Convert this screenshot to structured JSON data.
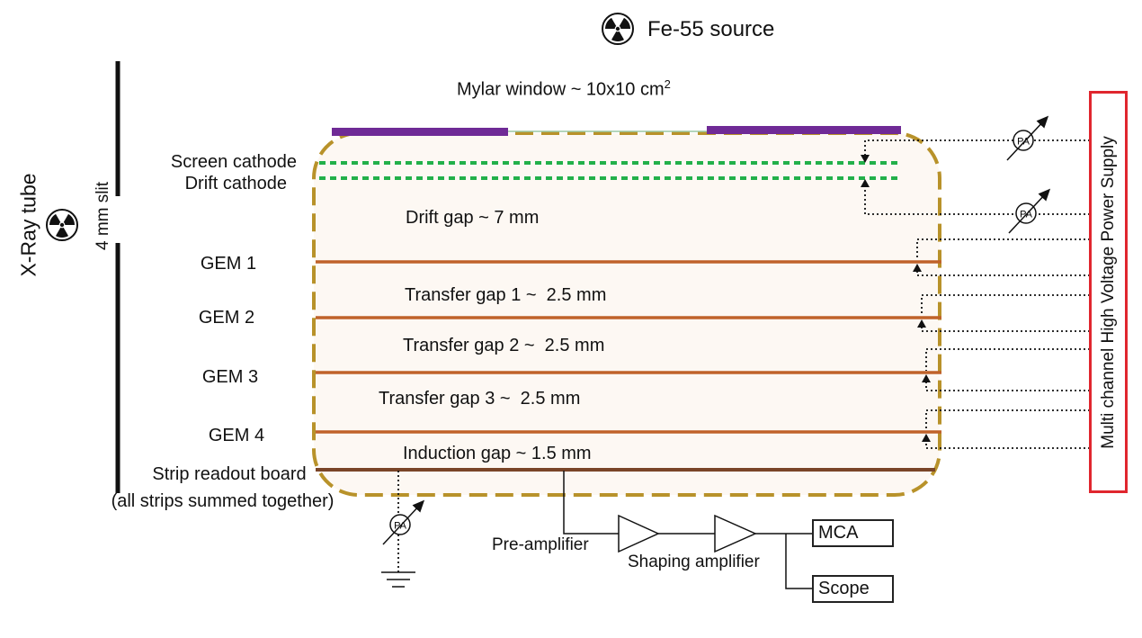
{
  "source_label": "Fe-55 source",
  "xray_tube_label": "X-Ray tube",
  "slit_label": "4 mm slit",
  "mylar_label": "Mylar window ~ 10x10 cm",
  "mylar_sup": "2",
  "screen_cathode_label": "Screen cathode",
  "drift_cathode_label": "Drift cathode",
  "drift_gap_label": "Drift gap ~ 7 mm",
  "gem1_label": "GEM 1",
  "gem2_label": "GEM 2",
  "gem3_label": "GEM 3",
  "gem4_label": "GEM 4",
  "transfer_gap1_label": "Transfer gap 1 ~  2.5 mm",
  "transfer_gap2_label": "Transfer gap 2 ~  2.5 mm",
  "transfer_gap3_label": "Transfer gap 3 ~  2.5 mm",
  "induction_gap_label": "Induction gap ~ 1.5 mm",
  "readout_line1": "Strip readout board",
  "readout_line2": "(all strips summed together)",
  "preamp_label": "Pre-amplifier",
  "shaping_label": "Shaping amplifier",
  "mca_label": "MCA",
  "scope_label": "Scope",
  "psu_label": "Multi channel High Voltage Power Supply",
  "pa_label": "PA",
  "colors": {
    "chamber_border": "#b8922a",
    "chamber_fill": "#fdf8f3",
    "gem_line": "#c0622a",
    "readout_line": "#7a4528",
    "mylar": "#6f2a96",
    "cathode_dots": "#22b04a",
    "psu_border": "#e0262e"
  }
}
